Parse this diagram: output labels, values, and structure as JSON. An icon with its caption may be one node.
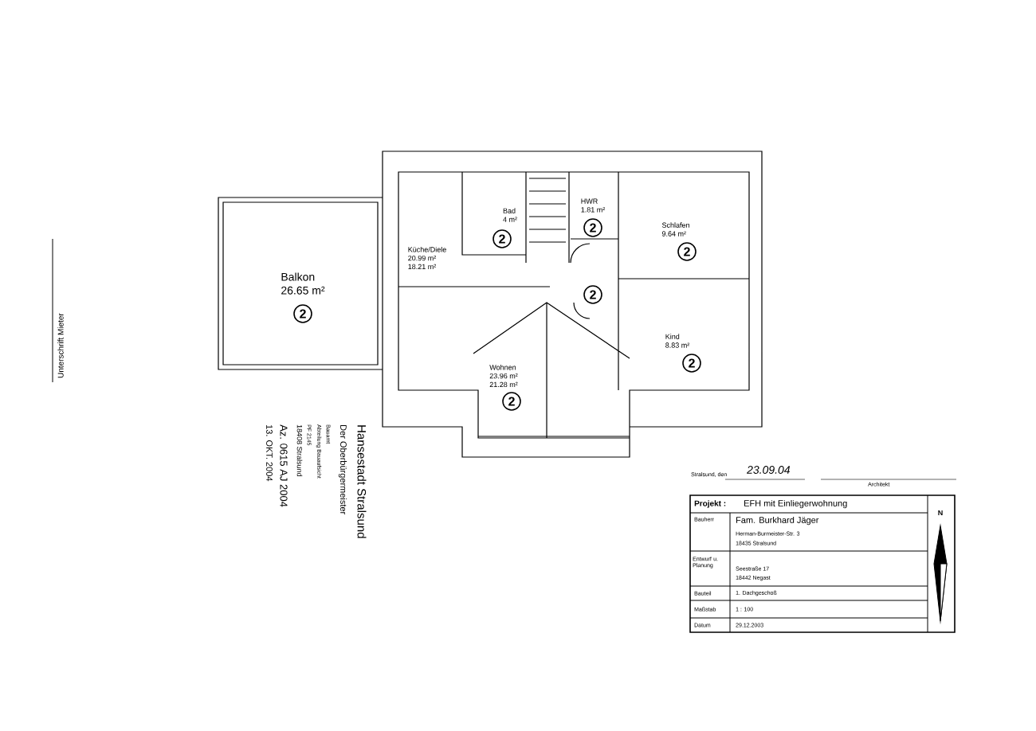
{
  "diagram": {
    "nodes": [
      {
        "text": [
          "Balkon",
          "26.65 m²",
          "2"
        ]
      },
      {
        "text": [
          "Küche/Diele",
          "20.99 m²",
          "18.21 m²"
        ]
      },
      {
        "text": [
          "Bad",
          "4 m²",
          "2"
        ]
      },
      {
        "text": [
          "HWR",
          "1.81 m²",
          "2"
        ]
      },
      {
        "text": [
          "Schlafen",
          "9.64 m²",
          "2"
        ]
      },
      {
        "text": [
          "2"
        ]
      },
      {
        "text": [
          "Kind",
          "8.83 m²",
          "2"
        ]
      },
      {
        "text": [
          "Wohnen",
          "23.96 m²",
          "21.28 m²",
          "2"
        ]
      }
    ],
    "labels": [
      "Unterschrift Mieter",
      "13. OKT. 2004",
      "Az. 0615 AJ 2004",
      "18408 Stralsund",
      "PF 2145",
      "Abteilung Bauaufsicht",
      "Bauamt",
      "Der Oberbürgermeister",
      "Hansestadt Stralsund",
      "Stralsund, den",
      "23.09.04",
      "Architekt",
      "Projekt :",
      "EFH mit Einliegerwohnung",
      "N",
      "Bauherr",
      "Fam. Burkhard Jäger",
      "Herman-Burmeister-Str. 3",
      "18435 Stralsund",
      "Entwurf u. Planung",
      "Seestraße 17",
      "18442 Negast",
      "Bauteil",
      "1. Dachgeschoß",
      "Maßstab",
      "1 : 100",
      "Datum",
      "29.12.2003"
    ]
  }
}
